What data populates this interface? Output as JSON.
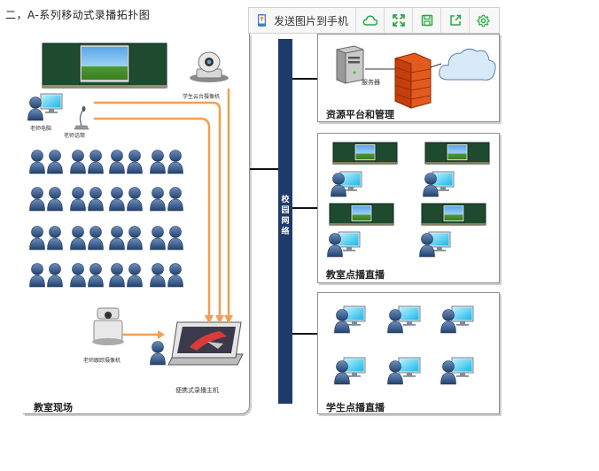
{
  "title": "二，A-系列移动式录播拓扑图",
  "toolbar": {
    "send_label": "发送图片到手机",
    "icons": [
      "phone-send-icon",
      "cloud-icon",
      "expand-icon",
      "save-icon",
      "share-icon",
      "gear-icon"
    ]
  },
  "left_panel": {
    "label": "教室现场",
    "devices": {
      "student_camera": "学生云台摄像机",
      "teacher_pc": "老师电脑",
      "teacher_mic": "老师话筒",
      "teacher_camera": "老师跟踪摄像机",
      "recorder": "便携式录播主机"
    }
  },
  "network": {
    "label": "校园网络"
  },
  "resource_panel": {
    "label": "资源平台和管理",
    "server_label": "服务器"
  },
  "classroom_panel": {
    "label": "教室点播直播"
  },
  "student_panel": {
    "label": "学生点播直播"
  },
  "colors": {
    "bus": "#1e3a6b",
    "orange": "#f0a050",
    "board": "#1f4a2f",
    "user": "#2d4f7c"
  }
}
